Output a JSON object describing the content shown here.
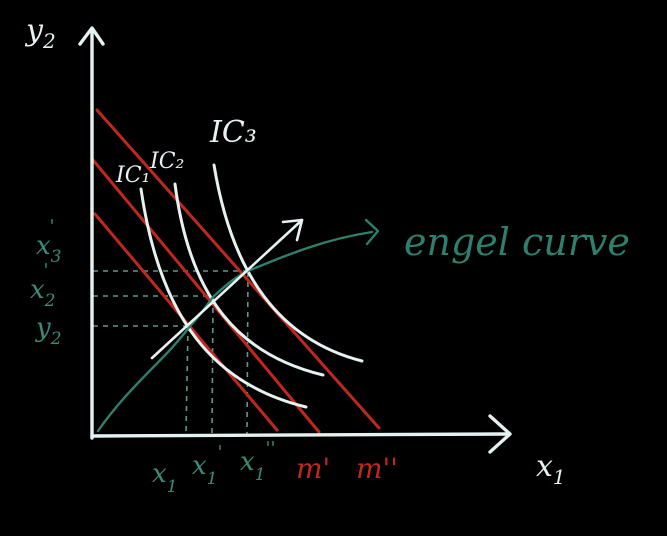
{
  "axes": {
    "y_label_letter": "y",
    "y_label_sub": "2",
    "x_label_letter": "x",
    "x_label_sub": "1"
  },
  "curves": {
    "ic1": "IC₁",
    "ic2": "IC₂",
    "ic3": "IC₃"
  },
  "engel": {
    "label": "engel curve"
  },
  "y_ticks": [
    {
      "letter": "x",
      "sub": "3",
      "prime": "'"
    },
    {
      "letter": "x",
      "sub": "2",
      "prime": "'"
    },
    {
      "letter": "y",
      "sub": "2",
      "prime": ""
    }
  ],
  "x_ticks": [
    {
      "letter": "x",
      "sub": "1",
      "prime": ""
    },
    {
      "letter": "x",
      "sub": "1",
      "prime": "'"
    },
    {
      "letter": "x",
      "sub": "1",
      "prime": "''"
    }
  ],
  "budget_labels": [
    "m'",
    "m''"
  ],
  "colors": {
    "chalk": "#e6f2f2",
    "budget": "#c0281d",
    "engel": "#2e7f6e",
    "guide": "#5f9a8c",
    "tick_labels": "#3d8a7a",
    "budget_labels": "#c0281d"
  }
}
